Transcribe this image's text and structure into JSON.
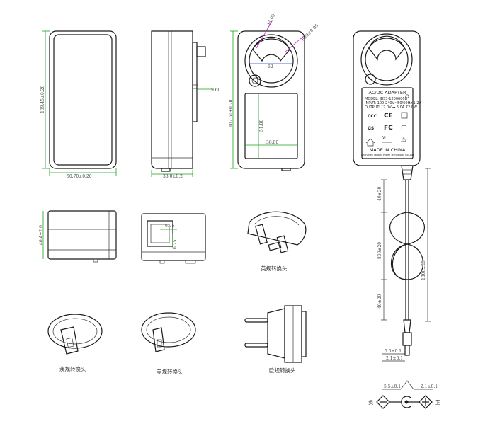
{
  "dimensions": {
    "front_width": "50.70±0.20",
    "front_height": "109.45±0.20",
    "side_depth": "33.0±0.2",
    "prong_offset": "5.60",
    "back_height": "107.50±0.20",
    "window_height": "51.80",
    "window_width": "38.80",
    "mount_dia": "62",
    "mount_small": "14.00",
    "mount_slot": "R20±0.05",
    "bottom_height": "40.4±2.0",
    "bottom_square_w": "6.75",
    "bottom_square_h": "6.25",
    "cable_top": "40±20",
    "cable_mid": "800±20",
    "cable_bottom": "40±20",
    "cable_total": "1800±20",
    "plug_outer": "5.5±0.1",
    "plug_inner": "2.1±0.1",
    "dc_left": "5.5±0.1",
    "dc_right": "2.1±0.1"
  },
  "label": {
    "title": "AC/DC  ADAPTER",
    "model": "MODEL: JBS3-1200600B",
    "input": "INPUT: 100-240V~50/60Hz 1.2A",
    "output": "OUTPUT: 12.0V ⎓ 6.0A 72.0W",
    "certs": [
      "CCC",
      "CE",
      "GS",
      "FC",
      "□",
      "⚠"
    ],
    "level": "Ⅵ",
    "made_in": "MADE  IN  CHINA",
    "maker": "Shenzhen Jiabaisi Power Technology Co.,Ltd"
  },
  "captions": {
    "uk_plug": "英规转换头",
    "au_plug": "澳规转换头",
    "us_plug": "美规转换头",
    "eu_plug": "欧规转换头"
  },
  "polarity": {
    "negative": "负",
    "positive": "正"
  },
  "colors": {
    "dimension_green": "#1aa31a",
    "dimension_blue": "#1f3fd6",
    "dimension_magenta": "#c21fc2",
    "line": "#1a1a1a"
  }
}
